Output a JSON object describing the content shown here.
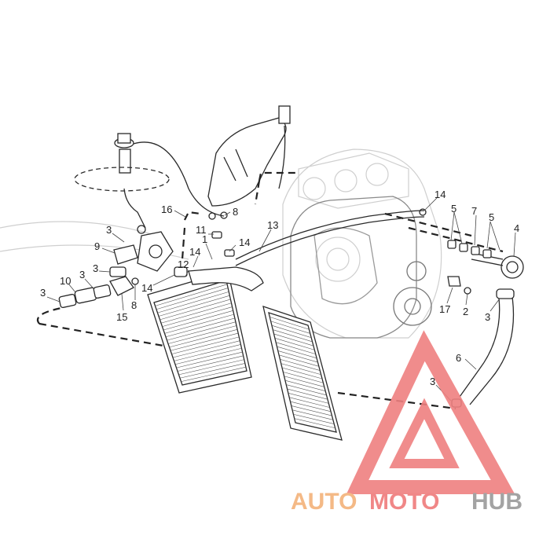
{
  "callouts": {
    "c3a": "3",
    "c9": "9",
    "c3b": "3",
    "c10": "10",
    "c3c": "3",
    "c3d": "3",
    "c8a": "8",
    "c15": "15",
    "c14a": "14",
    "c16": "16",
    "c8b": "8",
    "c11": "11",
    "c1": "1",
    "c14b": "14",
    "c12": "12",
    "c14c": "14",
    "c13": "13",
    "c14d": "14",
    "c5a": "5",
    "c7": "7",
    "c5b": "5",
    "c4": "4",
    "c17": "17",
    "c2": "2",
    "c3e": "3",
    "c6": "6",
    "c3f": "3"
  },
  "watermark": {
    "brand_part1": "AUTO",
    "brand_part2": "MOTO",
    "brand_part3": "HUB",
    "colors": {
      "part1": "#f3b27a",
      "part2": "#ef7b7b",
      "part3": "#9a9a9a",
      "triangle": "#ef8080"
    }
  }
}
